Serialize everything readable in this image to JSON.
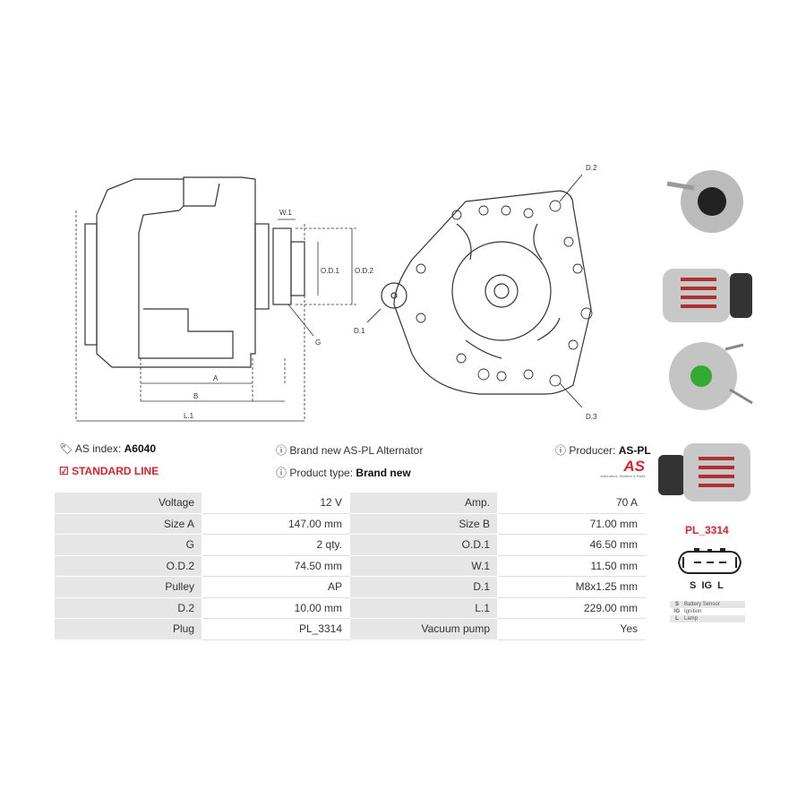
{
  "diagram_labels": {
    "w1": "W.1",
    "od1": "O.D.1",
    "od2": "O.D.2",
    "g": "G",
    "a": "A",
    "b": "B",
    "l1": "L.1",
    "d1": "D.1",
    "d2": "D.2",
    "d3": "D.3"
  },
  "info": {
    "as_index_label": "AS index:",
    "as_index_value": "A6040",
    "line": "STANDARD LINE",
    "description": "Brand new AS-PL Alternator",
    "product_type_label": "Product type:",
    "product_type_value": "Brand new",
    "producer_label": "Producer:",
    "producer_value": "AS-PL",
    "logo_text": "AS",
    "logo_tagline": "Alternators, Starters & Parts"
  },
  "specs": [
    [
      "Voltage",
      "12 V",
      "Amp.",
      "70 A"
    ],
    [
      "Size A",
      "147.00 mm",
      "Size B",
      "71.00 mm"
    ],
    [
      "G",
      "2 qty.",
      "O.D.1",
      "46.50 mm"
    ],
    [
      "O.D.2",
      "74.50 mm",
      "W.1",
      "11.50 mm"
    ],
    [
      "Pulley",
      "AP",
      "D.1",
      "M8x1.25 mm"
    ],
    [
      "D.2",
      "10.00 mm",
      "L.1",
      "229.00 mm"
    ],
    [
      "Plug",
      "PL_3314",
      "Vacuum pump",
      "Yes"
    ]
  ],
  "plug": {
    "name": "PL_3314",
    "pins": "S  IG  L",
    "legend": [
      [
        "S",
        "Battery Sensor"
      ],
      [
        "IG",
        "Ignition"
      ],
      [
        "L",
        "Lamp"
      ],
      [
        "",
        ""
      ]
    ]
  },
  "colors": {
    "accent": "#d9232d"
  }
}
